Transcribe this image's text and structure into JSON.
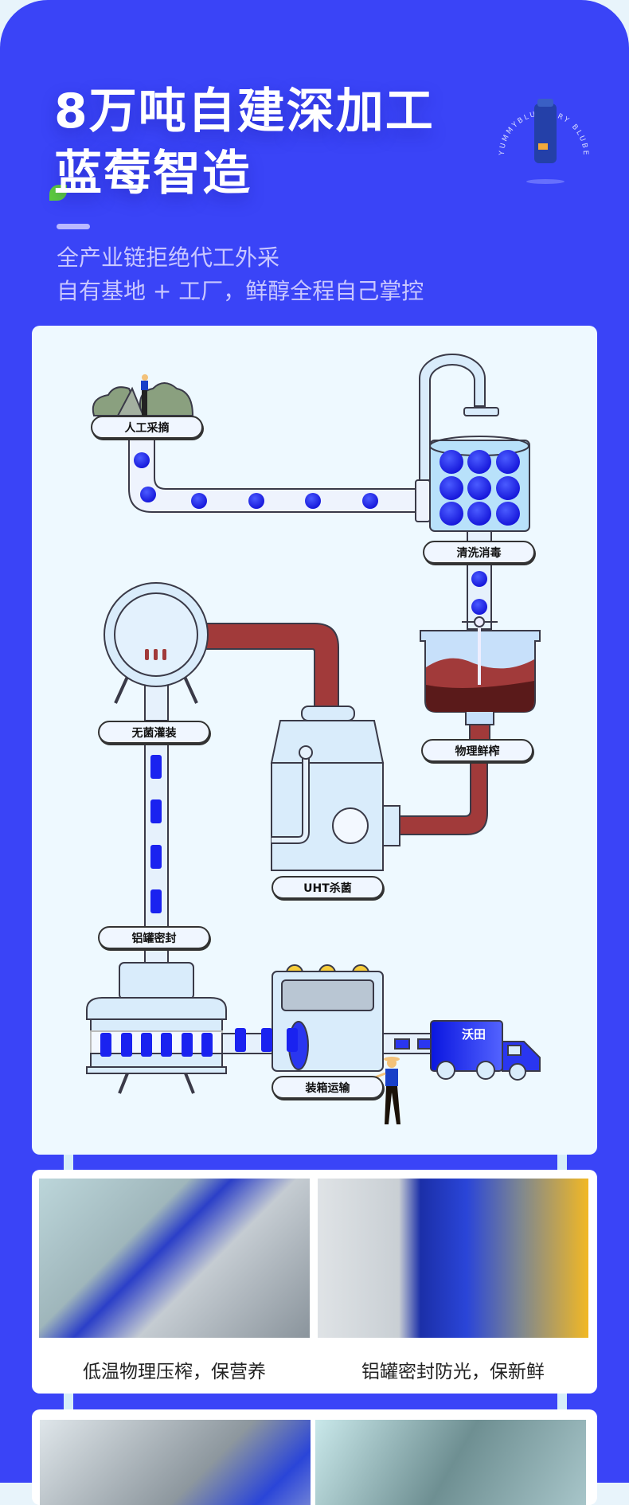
{
  "header": {
    "title_line1": "8万吨自建深加工",
    "title_line2": "蓝莓智造",
    "subtitle_line1": "全产业链拒绝代工外采",
    "subtitle_line2": "自有基地 + 工厂，鲜醇全程自己掌控",
    "badge_text": "YUMMYBLUBEERY BLUBEERY"
  },
  "process": {
    "steps": [
      "人工采摘",
      "清洗消毒",
      "物理鲜榨",
      "UHT杀菌",
      "无菌灌装",
      "铝罐密封",
      "装箱运输"
    ],
    "truck_label": "沃田"
  },
  "gallery": {
    "captions": [
      "低温物理压榨，保营养",
      "铝罐密封防光，保新鲜"
    ]
  },
  "colors": {
    "brand_blue": "#3a44f7",
    "juice_red": "#a13a3a",
    "panel": "#eef9ff"
  }
}
